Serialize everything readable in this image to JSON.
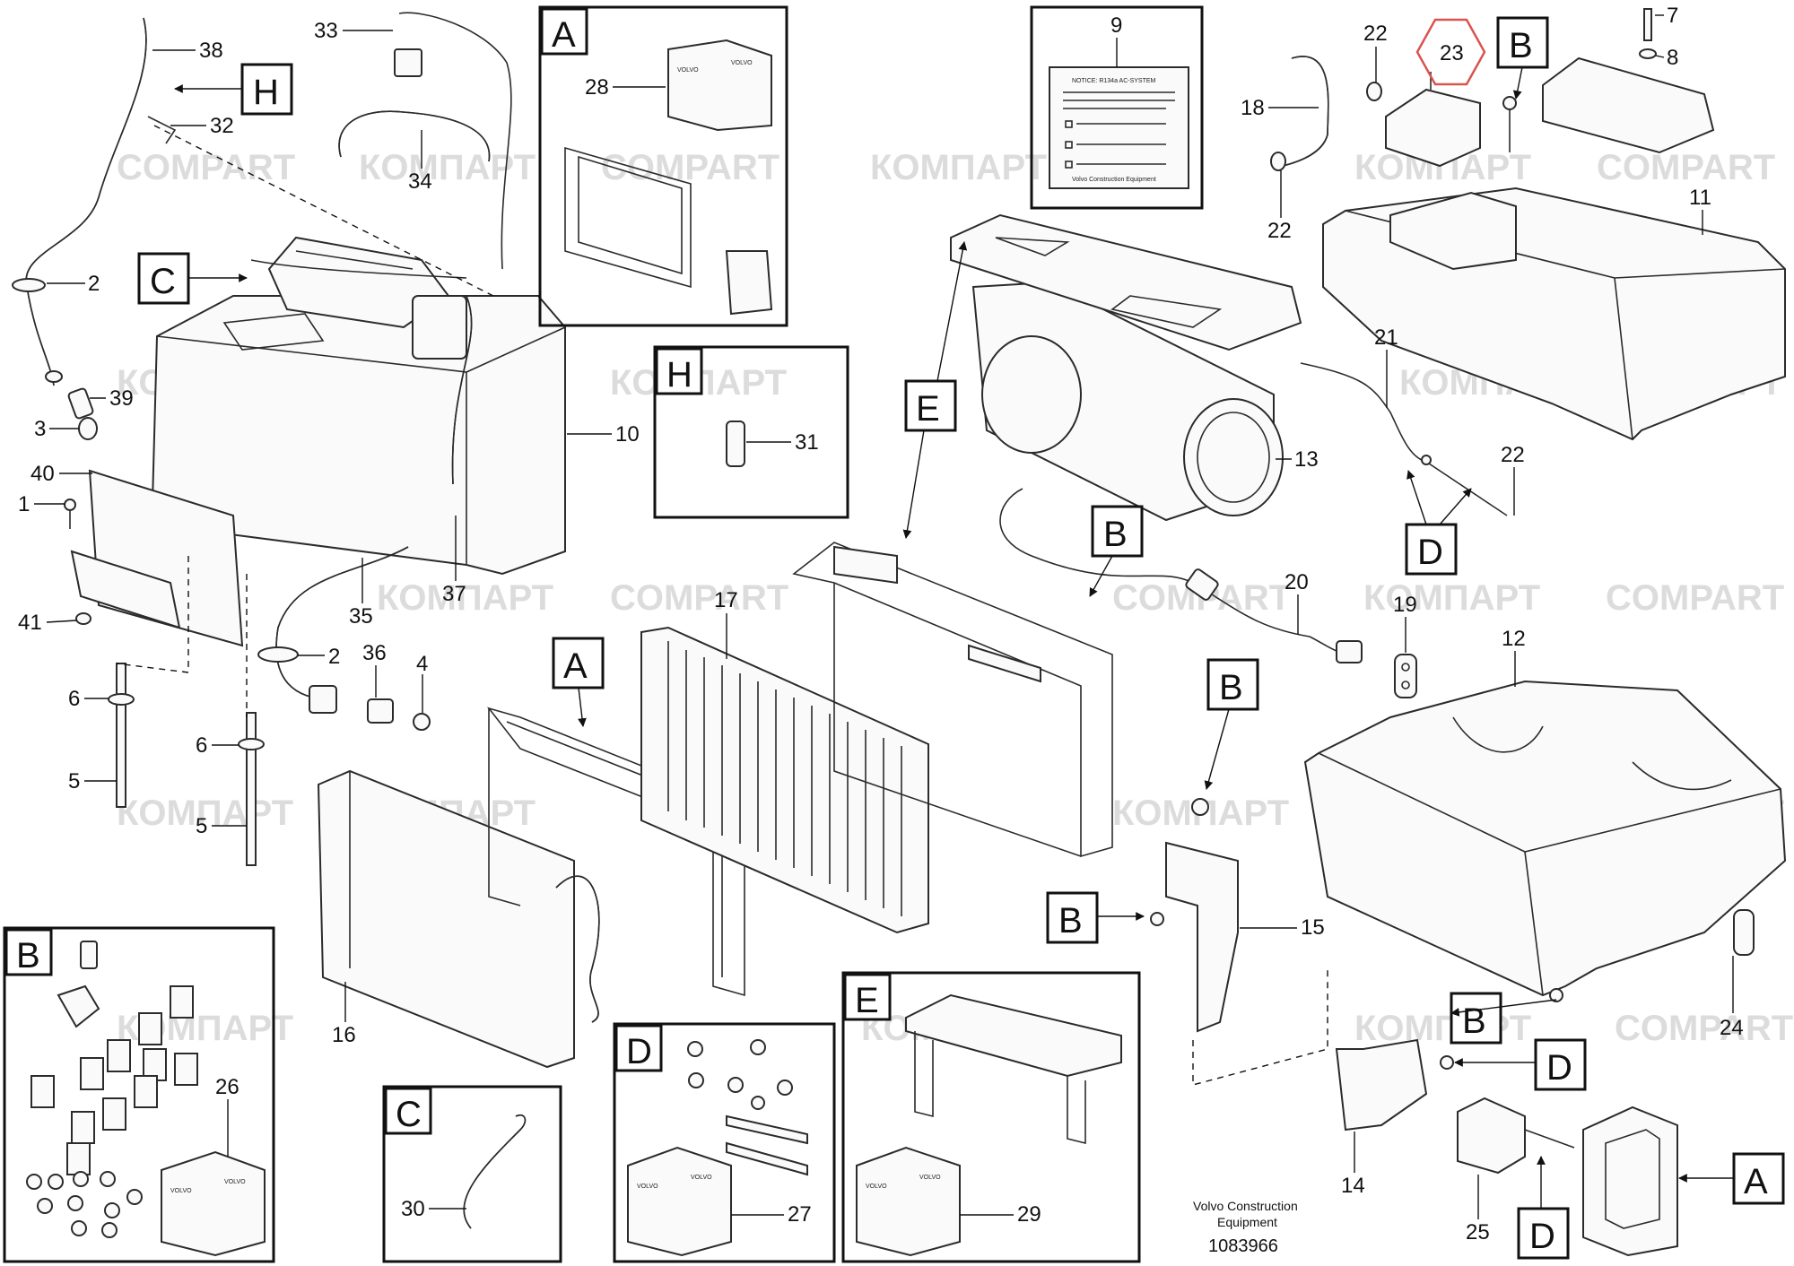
{
  "watermark": "COMPART",
  "watermark_alt": "КОМПАРТ",
  "brand": "VOLVO",
  "notice": {
    "title": "NOTICE: R134a AC-SYSTEM",
    "footer": "Volvo Construction Equipment"
  },
  "footer": {
    "caption_line1": "Volvo Construction",
    "caption_line2": "Equipment",
    "document_number": "1083966"
  },
  "section_labels": [
    "A",
    "B",
    "C",
    "D",
    "E",
    "H"
  ],
  "callouts": [
    "1",
    "2",
    "3",
    "4",
    "5",
    "6",
    "7",
    "8",
    "9",
    "10",
    "11",
    "12",
    "13",
    "14",
    "15",
    "16",
    "17",
    "18",
    "19",
    "20",
    "21",
    "22",
    "23",
    "24",
    "25",
    "26",
    "27",
    "28",
    "29",
    "30",
    "31",
    "32",
    "33",
    "34",
    "35",
    "36",
    "37",
    "38",
    "39",
    "40",
    "41"
  ],
  "highlighted_callout": "23",
  "highlight_color": "#d9534f"
}
